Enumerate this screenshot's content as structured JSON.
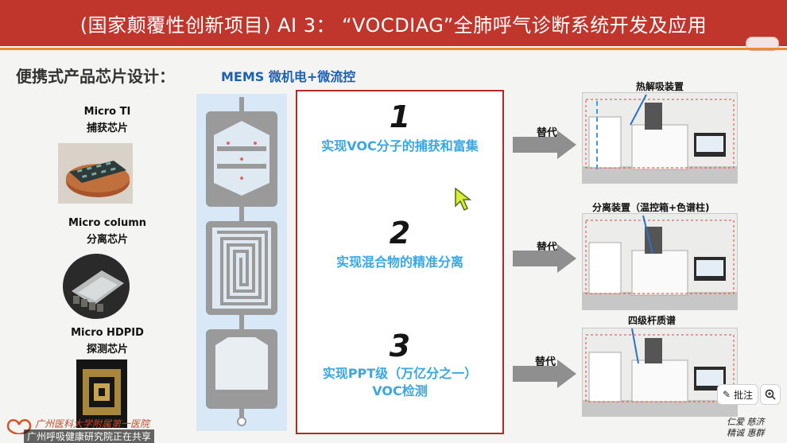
{
  "slide": {
    "title": "(国家颠覆性创新项目) AI 3：  “VOCDIAG”全肺呼气诊断系统开发及应用",
    "subtitle": "便携式产品芯片设计：",
    "subtitle_tech": "MEMS 微机电+微流控"
  },
  "chips": [
    {
      "name_line1": "Micro TI",
      "name_line2": "捕获芯片"
    },
    {
      "name_line1": "Micro column",
      "name_line2": "分离芯片"
    },
    {
      "name_line1": "Micro HDPID",
      "name_line2": "探测芯片"
    }
  ],
  "steps": [
    {
      "number": "1",
      "text": "实现VOC分子的捕获和富集"
    },
    {
      "number": "2",
      "text": "实现混合物的精准分离"
    },
    {
      "number": "3",
      "text_line1": "实现PPT级（万亿分之一）",
      "text_line2": "VOC检测"
    }
  ],
  "replace_label": "替代",
  "instruments": [
    {
      "caption": "热解吸装置"
    },
    {
      "caption": "分离装置（温控箱+色谱柱)"
    },
    {
      "caption": "四级杆质谱"
    }
  ],
  "footer": {
    "hospital_logo_text": "广州医科大学附属第一医院",
    "status_text": "广州呼吸健康研究院正在共享",
    "annotate_button": "批注",
    "zoom_icon": "zoom-in-icon",
    "pen_icon": "pen-icon",
    "seal_line1": "仁爱 慈济",
    "seal_line2": "精诚 惠群"
  },
  "colors": {
    "title_bar": "#c0362c",
    "accent_orange": "#ee8a2e",
    "step_text": "#39a7e2",
    "box_border": "#b02a2a",
    "tech_blue": "#1f5fb0"
  }
}
